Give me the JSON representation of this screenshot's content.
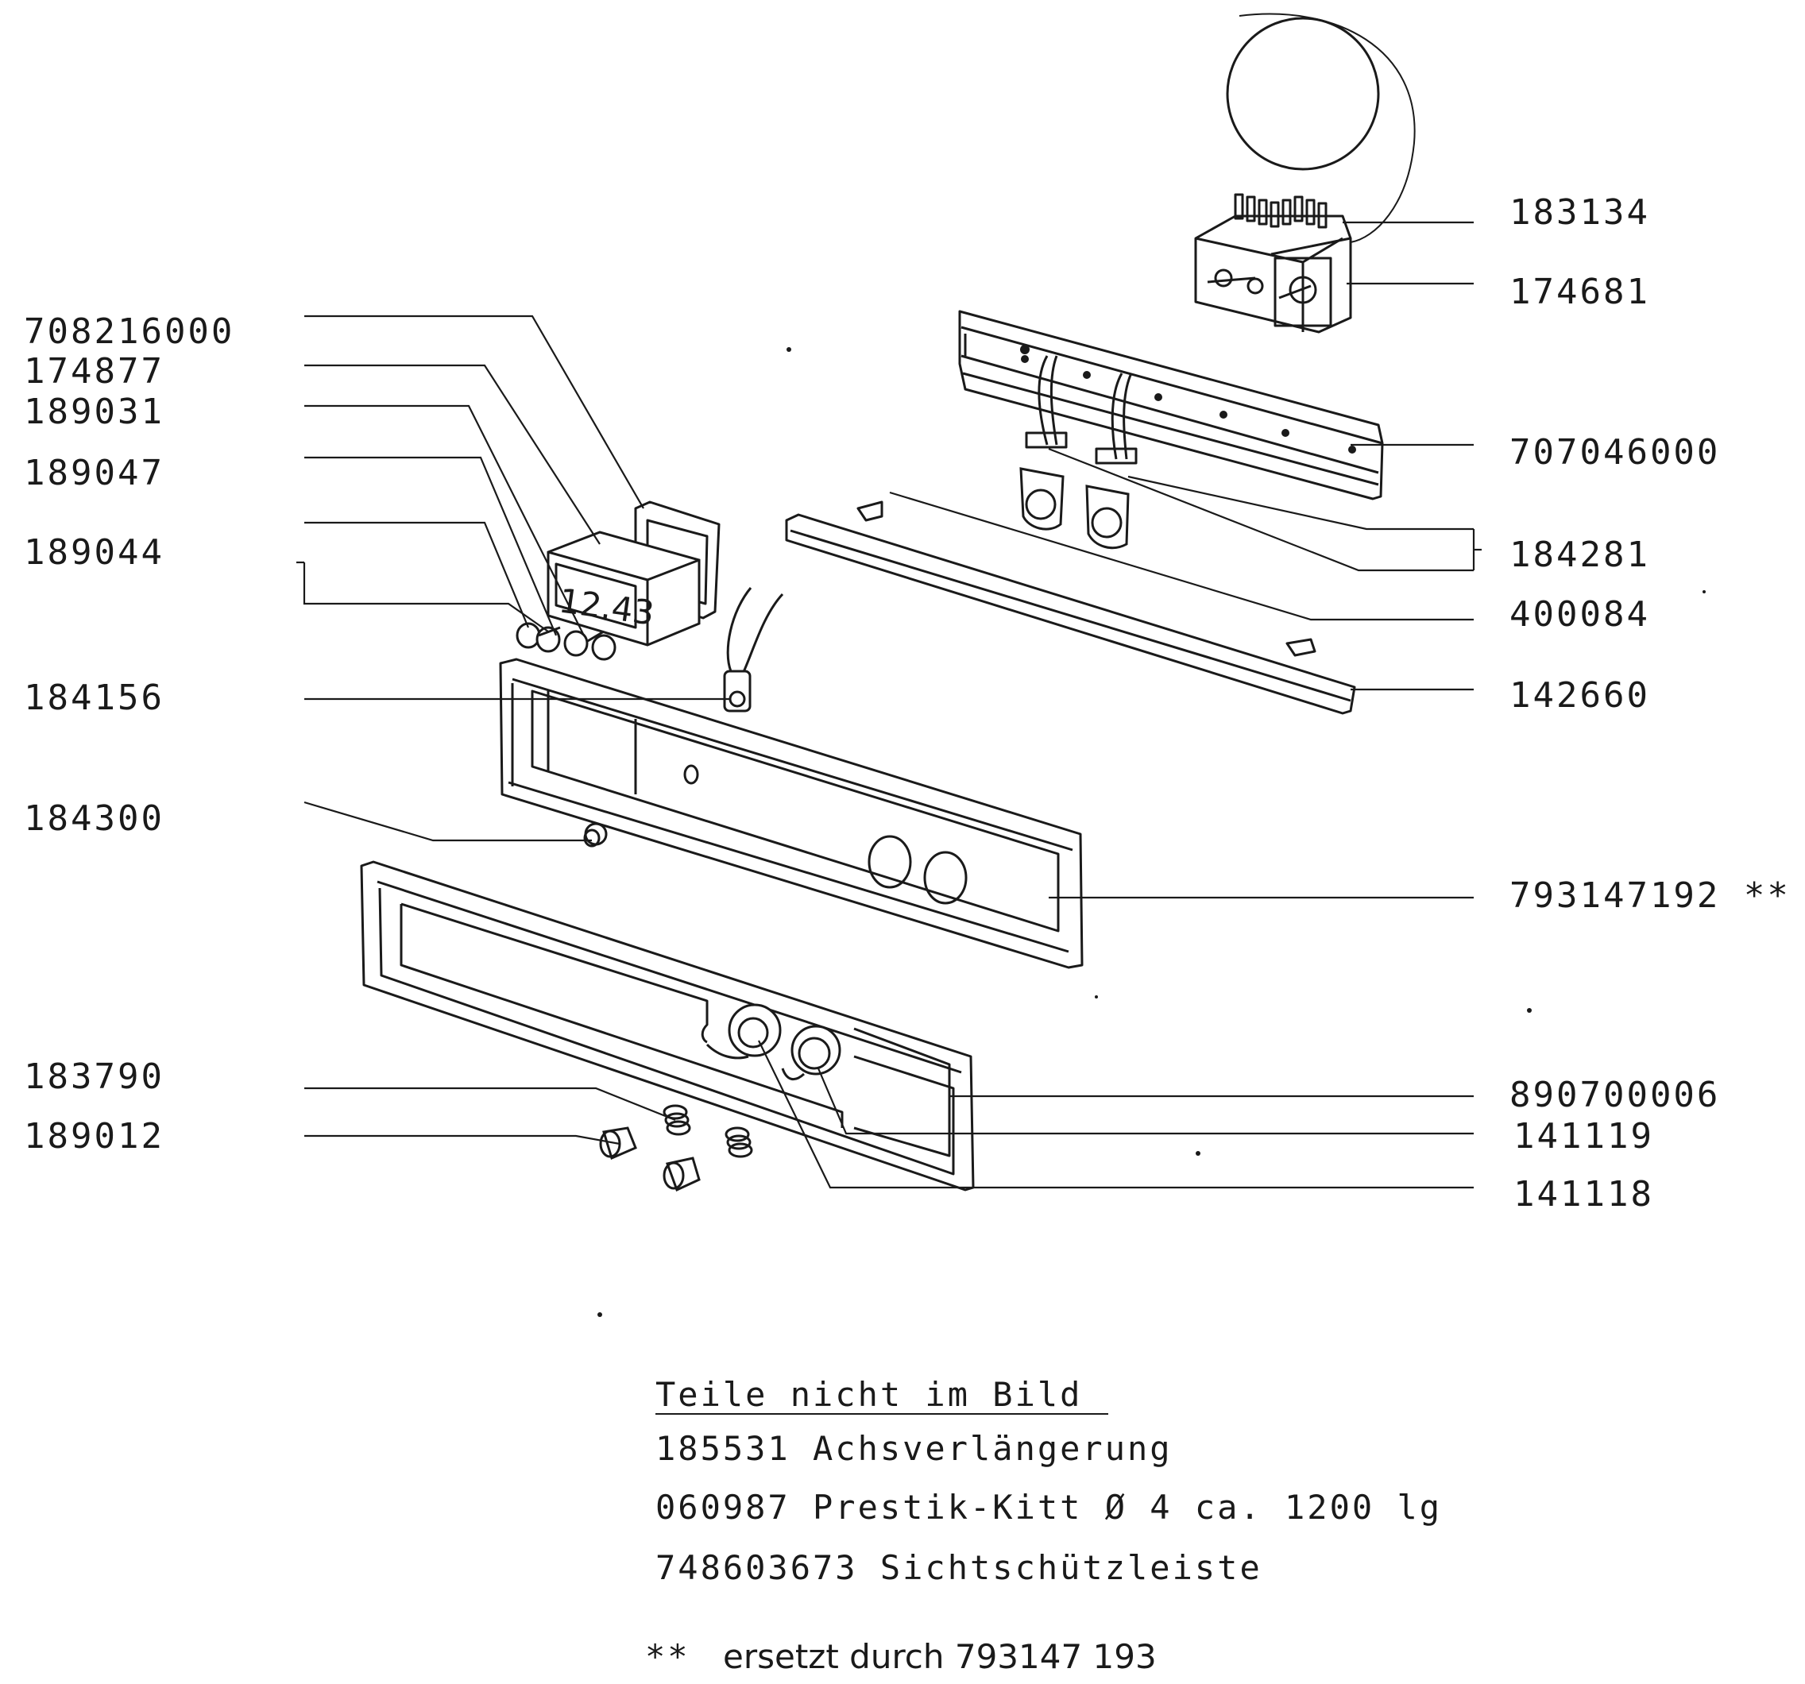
{
  "labels": {
    "p708216000": "708216000",
    "p174877": "174877",
    "p189031": "189031",
    "p189047": "189047",
    "p189044": "189044",
    "p184156": "184156",
    "p184300": "184300",
    "p183790": "183790",
    "p189012": "189012",
    "p183134": "183134",
    "p174681": "174681",
    "p707046000": "707046000",
    "p184281": "184281",
    "p400084": "400084",
    "p142660": "142660",
    "p793147192": "793147192 **",
    "p890700006": "890700006",
    "p141119": "141119",
    "p141118": "141118"
  },
  "clock_display": "12.43",
  "notes": {
    "heading": "Teile nicht im Bild",
    "line1": "185531 Achsverlängerung",
    "line2": "060987 Prestik-Kitt Ø 4 ca. 1200 lg",
    "line3": "748603673  Sichtschützleiste",
    "replaced_marker": "**",
    "replaced_text": "ersetzt durch 793147 193"
  }
}
